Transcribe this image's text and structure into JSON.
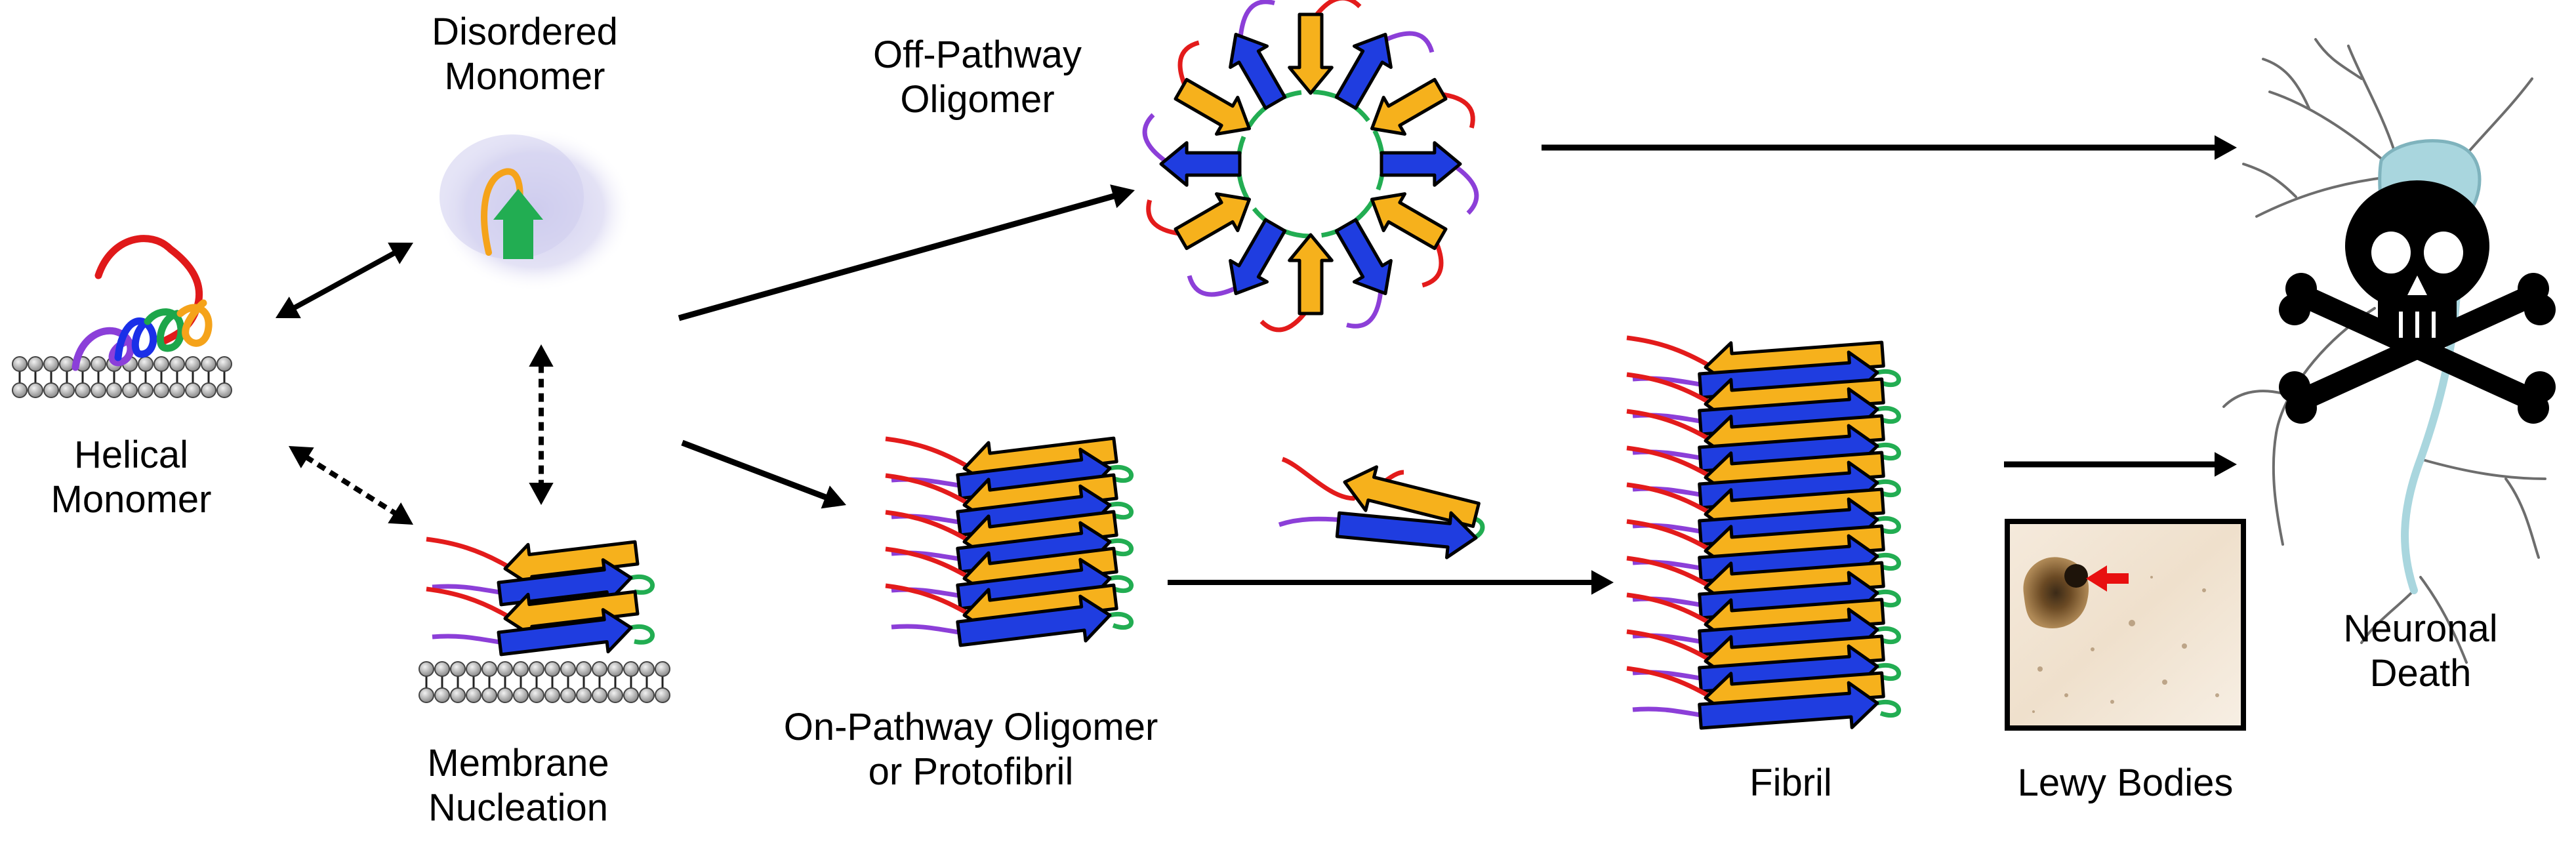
{
  "labels": {
    "helical_monomer": [
      "Helical",
      "Monomer"
    ],
    "disordered_monomer": [
      "Disordered",
      "Monomer"
    ],
    "off_pathway": [
      "Off-Pathway",
      "Oligomer"
    ],
    "membrane_nucleation": [
      "Membrane",
      "Nucleation"
    ],
    "on_pathway": [
      "On-Pathway Oligomer",
      "or Protofibril"
    ],
    "fibril": "Fibril",
    "lewy_bodies": "Lewy Bodies",
    "neuronal_death": [
      "Neuronal",
      "Death"
    ]
  },
  "colors": {
    "helix_red": "#e0191a",
    "helix_purple": "#8b3fd9",
    "helix_blue": "#1a2fe8",
    "helix_green": "#1da64a",
    "helix_orange": "#f5a31a",
    "strand_blue": "#1f3de0",
    "strand_orange": "#f6b11c",
    "loop_green": "#22ad52",
    "loop_red": "#e31b1b",
    "loop_purple": "#8c3fd8",
    "disordered_cloud": "#c9c7ec",
    "neuron_body": "#a9d6de",
    "skull": "#000000",
    "arrow": "#000000",
    "lewy_arrow": "#e81010"
  },
  "icons": [
    "lipid-membrane-icon",
    "skull-crossbones-icon",
    "neuron-icon",
    "micrograph-icon"
  ]
}
